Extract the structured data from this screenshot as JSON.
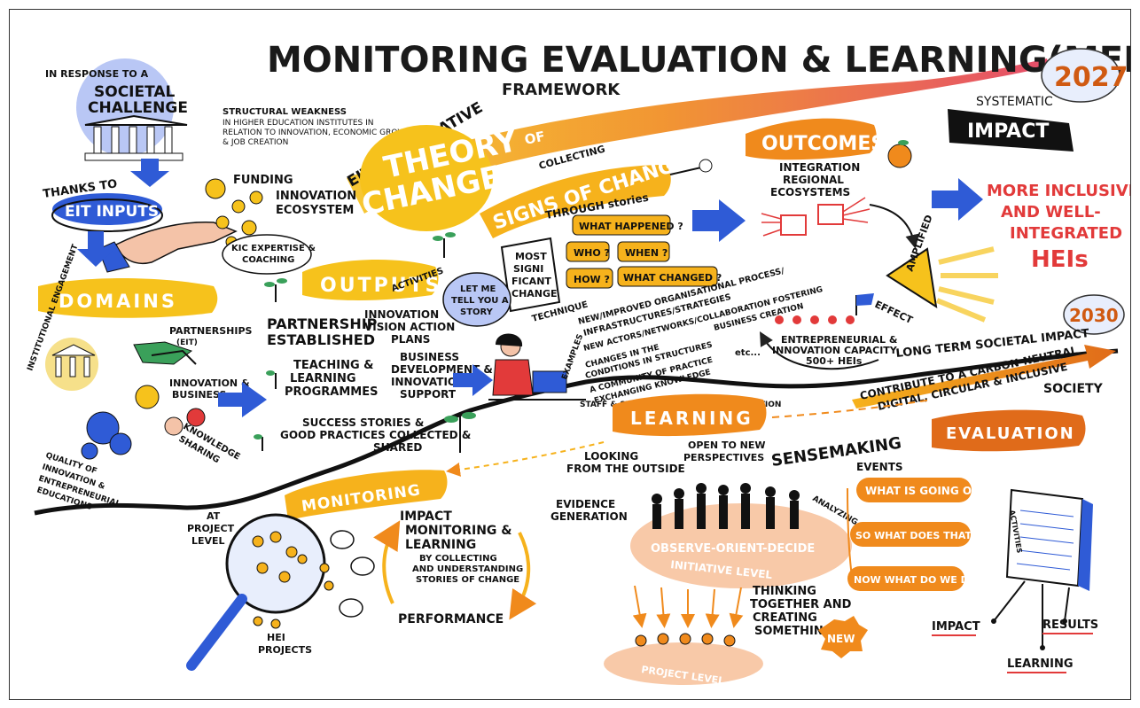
{
  "title": "MONITORING EVALUATION & LEARNING(MEL)",
  "subtitle": "FRAMEWORK",
  "year_2027": "2027",
  "year_2030": "2030",
  "systematic": "SYSTEMATIC",
  "impact_top": "IMPACT",
  "societal": {
    "in_response": "IN RESPONSE TO A",
    "challenge_line1": "SOCIETAL",
    "challenge_line2": "CHALLENGE",
    "weakness_line1": "STRUCTURAL WEAKNESS",
    "weakness_line2": "IN HIGHER EDUCATION INSTITUTES IN",
    "weakness_line3": "RELATION TO INNOVATION, ECONOMIC GROWTH",
    "weakness_line4": "& JOB CREATION"
  },
  "eit_hei_initiative": "EIT HEI INITIATIVE",
  "theory_line1": "THEORY",
  "theory_of": "OF",
  "theory_line2": "CHANGE",
  "inputs": {
    "thanks_to": "THANKS TO",
    "eit_inputs": "EIT INPUTS",
    "funding": "FUNDING",
    "innovation_ecosystem_1": "INNOVATION",
    "innovation_ecosystem_2": "ECOSYSTEM",
    "kic_1": "KIC EXPERTISE &",
    "kic_2": "COACHING"
  },
  "domains": {
    "label": "DOMAINS",
    "institutional": "INSTITUTIONAL ENGAGEMENT",
    "partnerships_1": "PARTNERSHIPS",
    "partnerships_2": "(EIT)",
    "innovation_business_1": "INNOVATION &",
    "innovation_business_2": "BUSINESS",
    "knowledge_1": "KNOWLEDGE",
    "knowledge_2": "SHARING",
    "quality_1": "QUALITY OF",
    "quality_2": "INNOVATION &",
    "quality_3": "ENTREPRENEURIAL",
    "quality_4": "EDUCATIONS"
  },
  "outputs": {
    "label": "OUTPUTS",
    "activities": "ACTIVITIES",
    "partnership_1": "PARTNERSHIP",
    "partnership_2": "ESTABLISHED",
    "vision_1": "INNOVATION",
    "vision_2": "VISION ACTION",
    "vision_3": "PLANS",
    "teaching_1": "TEACHING &",
    "teaching_2": "LEARNING",
    "teaching_3": "PROGRAMMES",
    "business_1": "BUSINESS",
    "business_2": "DEVELOPMENT &",
    "business_3": "INNOVATION",
    "business_4": "SUPPORT",
    "success_1": "SUCCESS STORIES &",
    "success_2": "GOOD PRACTICES COLLECTED &",
    "success_3": "SHARED"
  },
  "signs": {
    "collecting": "COLLECTING",
    "label": "SIGNS OF CHANGE",
    "through": "THROUGH stories",
    "msc_1": "MOST",
    "msc_2": "SIGNI",
    "msc_3": "FICANT",
    "msc_4": "CHANGE",
    "technique": "TECHNIQUE",
    "what_happened": "WHAT HAPPENED ?",
    "who": "WHO ?",
    "when": "WHEN ?",
    "how": "HOW ?",
    "what_changed": "WHAT CHANGED ?",
    "let_me_1": "LET ME",
    "let_me_2": "TELL YOU A",
    "let_me_3": "STORY",
    "examples": "EXAMPLES",
    "ex1": "NEW/IMPROVED ORGANISATIONAL PROCESS/",
    "ex1b": "INFRASTRUCTURES/STRATEGIES",
    "ex2": "NEW ACTORS/NETWORKS/COLLABORATION FOSTERING",
    "ex2b": "BUSINESS CREATION",
    "ex3": "CHANGES IN THE",
    "ex3b": "CONDITIONS IN STRUCTURES",
    "ex4": "A COMMUNITY OF PRACTICE",
    "ex4b": "EXCHANGING KNOWLEDGE",
    "etc": "etc...",
    "ex5": "STAFF & STUDENT SUPPORTING INNOVATION"
  },
  "outcomes": {
    "label": "OUTCOMES",
    "integration_1": "INTEGRATION",
    "integration_2": "REGIONAL",
    "integration_3": "ECOSYSTEMS",
    "amplified": "AMPLIFIED",
    "effect": "EFFECT",
    "capacity_1": "ENTREPRENEURIAL &",
    "capacity_2": "INNOVATION CAPACITY",
    "capacity_3": "500+ HEIs",
    "inclusive_1": "MORE INCLUSIVE",
    "inclusive_2": "AND WELL-",
    "inclusive_3": "INTEGRATED",
    "inclusive_4": "HEIs"
  },
  "long_term": {
    "label": "LONG TERM SOCIETAL IMPACT",
    "line1": "CONTRIBUTE TO A CARBON-NEUTRAL",
    "line2": "DIGITAL, CIRCULAR & INCLUSIVE",
    "line3": "SOCIETY"
  },
  "learning": {
    "label": "LEARNING",
    "looking_1": "LOOKING",
    "looking_2": "FROM THE OUTSIDE",
    "open_1": "OPEN TO NEW",
    "open_2": "PERSPECTIVES",
    "sensemaking": "SENSEMAKING",
    "events": "EVENTS",
    "evidence_1": "EVIDENCE",
    "evidence_2": "GENERATION",
    "analyzing": "ANALYZING",
    "observe": "OBSERVE-ORIENT-DECIDE",
    "initiative": "INITIATIVE LEVEL",
    "thinking_1": "THINKING",
    "thinking_2": "TOGETHER AND",
    "thinking_3": "CREATING",
    "thinking_4": "SOMETHING",
    "new": "NEW",
    "project_level": "PROJECT LEVEL",
    "what_going": "WHAT IS GOING ON?",
    "so_what": "SO WHAT DOES THAT MEAN ?",
    "now_what": "NOW WHAT DO WE DO ?"
  },
  "evaluation": {
    "label": "EVALUATION",
    "activities": "ACTIVITIES",
    "impact": "IMPACT",
    "results": "RESULTS",
    "learning": "LEARNING"
  },
  "monitoring": {
    "label": "MONITORING",
    "at_1": "AT",
    "at_2": "PROJECT",
    "at_3": "LEVEL",
    "hei_1": "HEI",
    "hei_2": "PROJECTS",
    "impact_1": "IMPACT",
    "impact_2": "MONITORING &",
    "impact_3": "LEARNING",
    "impact_4": "BY COLLECTING",
    "impact_5": "AND UNDERSTANDING",
    "impact_6": "STORIES OF CHANGE",
    "performance": "PERFORMANCE"
  },
  "colors": {
    "orange": "#f5a623",
    "dark_orange": "#e06b1a",
    "blue": "#2f5bd6",
    "red": "#e23a3a",
    "peach": "#f8c9a8",
    "yellow": "#f6c21c"
  }
}
